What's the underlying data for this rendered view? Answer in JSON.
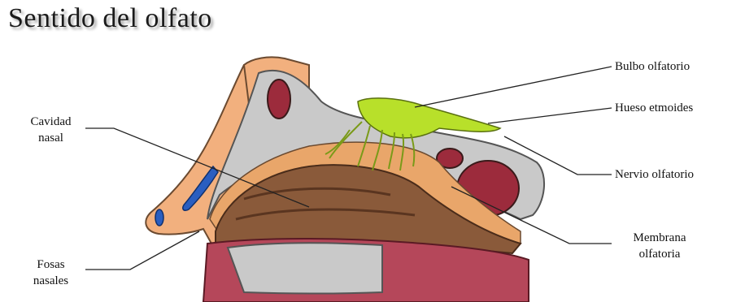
{
  "title": "Sentido del olfato",
  "labels": {
    "bulbo": "Bulbo olfatorio",
    "hueso": "Hueso etmoides",
    "nervio": "Nervio olfatorio",
    "membrana_1": "Membrana",
    "membrana_2": "olfatoria",
    "cavidad_1": "Cavidad",
    "cavidad_2": "nasal",
    "fosas_1": "Fosas",
    "fosas_2": "nasales"
  },
  "colors": {
    "skin": "#f2b07e",
    "bone": "#c9c9c9",
    "cavity": "#8a5a3a",
    "membrane": "#e9a66a",
    "mucosa": "#b5475a",
    "sinus": "#9c2b3c",
    "olfactory_green": "#b8e02a",
    "blue": "#2a5ec0"
  }
}
